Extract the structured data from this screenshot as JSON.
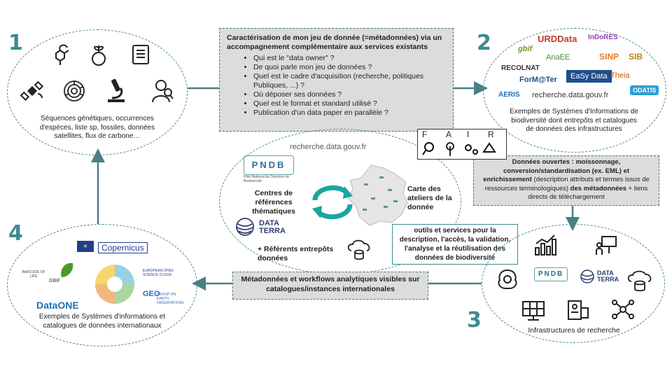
{
  "numbers": {
    "n1": "1",
    "n2": "2",
    "n3": "3",
    "n4": "4"
  },
  "center_box": {
    "title": "Caractérisation de mon jeu de donnée (=métadonnées) via un accompagnement complémentaire aux services existants",
    "items": [
      "Qui est le \"data owner\" ?",
      "De quoi parle mon jeu de données ?",
      "Quel est le cadre d'acquisition (recherche, politiques Publiques, ...) ?",
      "Où déposer ses données ?",
      "Quel est le format et standard utilisé ?",
      "Publication d'un data paper en parallèle ?"
    ]
  },
  "oval1": {
    "caption": "Séquences génétiques, occurrences d'espèces, liste sp, fossiles, données satellites, flux de carbone…"
  },
  "oval2": {
    "caption": "Exemples de Systèmes d'Informations de biodiversité dont entrepôts et catalogues de données des infrastructures",
    "logos": {
      "urdata": "URDData",
      "indores": "InDoRES",
      "gbif": "gbif",
      "anaee": "AnaEE",
      "sinp": "SINP",
      "sib": "SIB",
      "recolnat": "RECOLNAT",
      "easydata": "EaSy Data",
      "theia": "Theia",
      "formater": "ForM@Ter",
      "aeris": "AERIS",
      "odatis": "ODATIS",
      "recherche": "recherche.data.gouv.fr"
    }
  },
  "open_box": {
    "b1": "Données ouvertes : moissonnage, conversion/standardisation (ex. EML) et enrichissement",
    "n1": " (description attributs et termes issus de ressources terminologiques) ",
    "b2": "des métadonnées",
    "n2": " + liens directs de téléchargement"
  },
  "center": {
    "recherche": "recherche.data.gouv.fr",
    "pndb": "PNDB",
    "pndb_sub": "Pôle National de Données de Biodiversité",
    "centres": "Centres de références thématiques",
    "carte": "Carte des ateliers de la donnée",
    "dataterra": "DATA TERRA",
    "referents": "+ Référents entrepôts données",
    "fair": [
      "F",
      "A",
      "I",
      "R"
    ],
    "outils": "outils et services pour la description, l'accès, la validation, l'analyse et la réutilisation des données de biodiversité"
  },
  "oval3": {
    "caption": "Infrastructures de recherche",
    "pndb": "PNDB",
    "dataterra": "DATA TERRA"
  },
  "bottom_box": {
    "text": "Métadonnées et workflows analytiques visibles sur catalogues/instances internationales"
  },
  "oval4": {
    "caption": "Exemples de Systèmes d'informations et catalogues de données internationaux",
    "logos": {
      "copernicus": "Copernicus",
      "barcode": "BARCODE OF LIFE",
      "gbif": "GBIF",
      "eosc": "EUROPEAN OPEN SCIENCE CLOUD",
      "dataone": "DataONE",
      "geo": "GEO",
      "geo_sub": "GROUP ON EARTH OBSERVATIONS"
    }
  },
  "colors": {
    "teal": "#3d8a8f",
    "arrow": "#4a7f84",
    "box": "#dcdcdc"
  }
}
